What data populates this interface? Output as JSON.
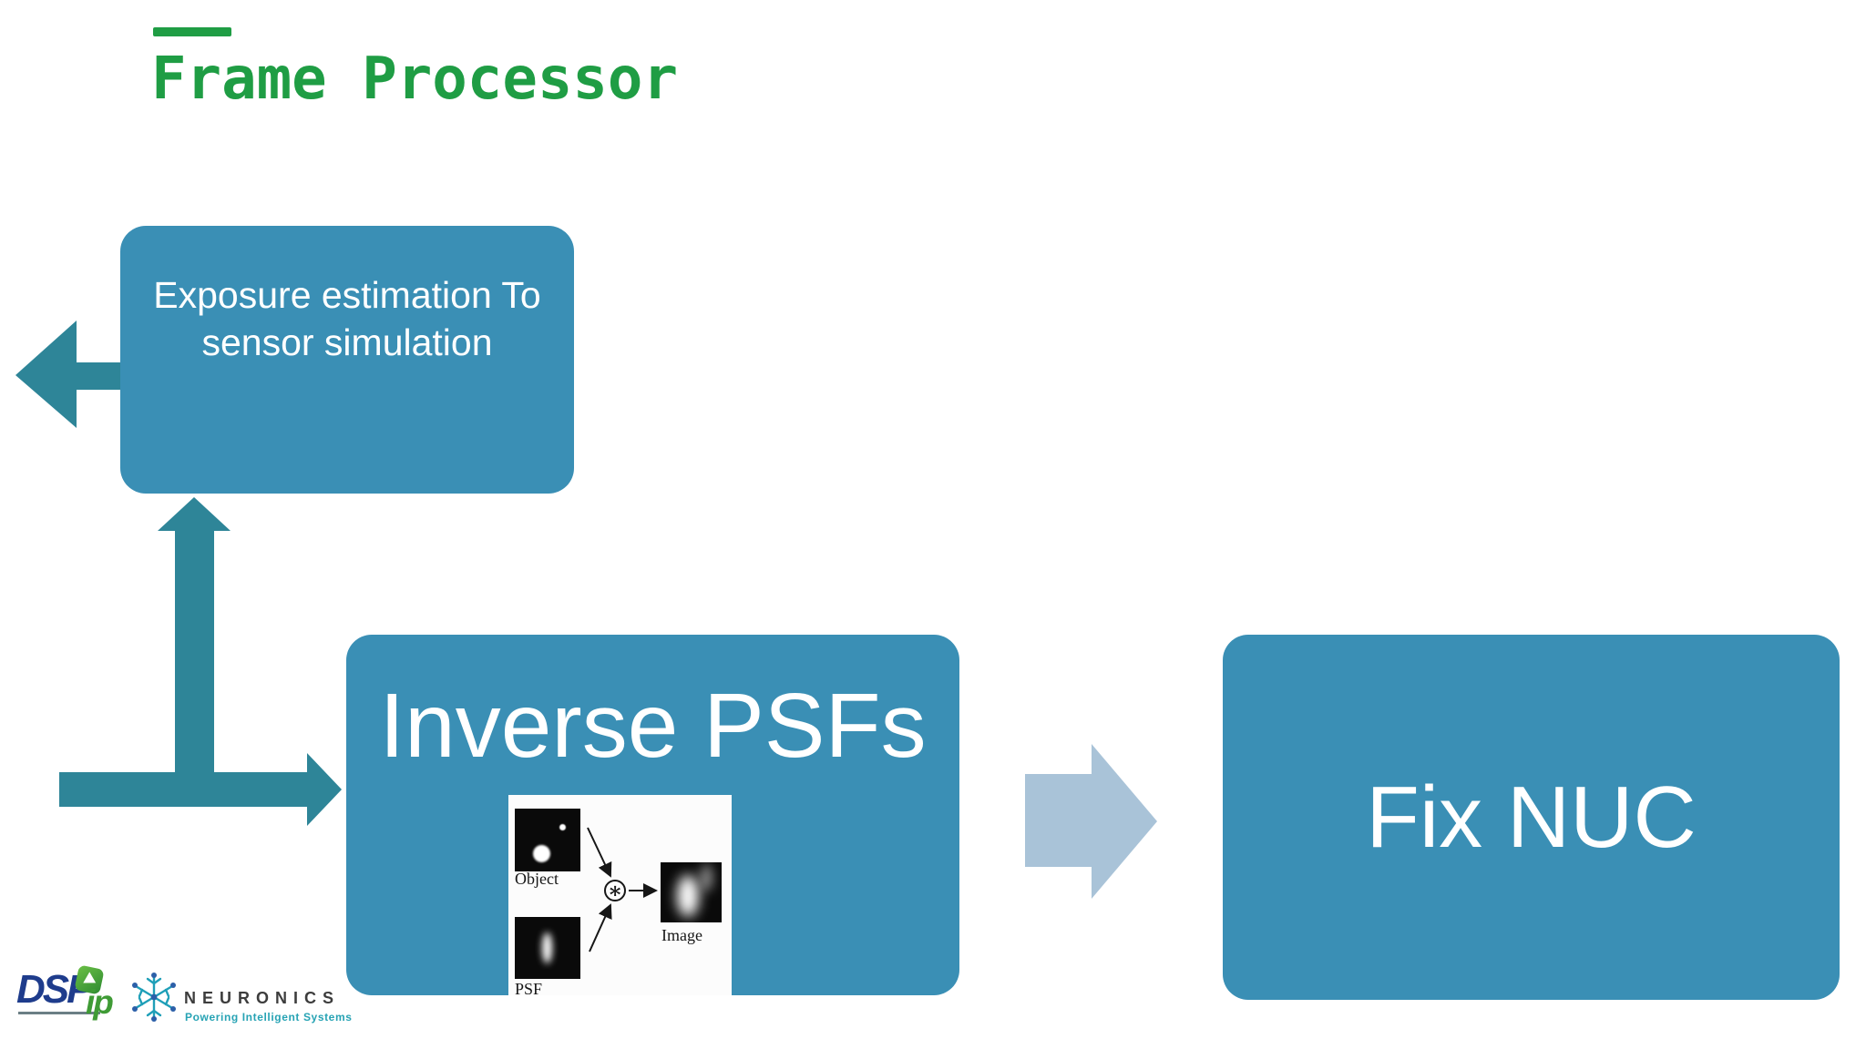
{
  "title": {
    "text": "Frame Processor",
    "color": "#1f9d44"
  },
  "colors": {
    "box_fill": "#3a8fb5",
    "arrow_teal": "#2e8598",
    "arrow_light": "#a9c3d8",
    "title_green": "#1f9d44",
    "dsp_navy": "#1e3c8c",
    "dsp_green": "#3f9b35",
    "neuronics_teal": "#27a3b4"
  },
  "boxes": {
    "exposure": {
      "line1": "Exposure estimation To",
      "line2": "sensor simulation"
    },
    "inverse": {
      "label": "Inverse PSFs"
    },
    "fixnuc": {
      "label": "Fix NUC"
    }
  },
  "diagram": {
    "arrows": [
      {
        "name": "exit-left-arrow",
        "direction": "left",
        "from": "exposure-box"
      },
      {
        "name": "up-branch-arrow",
        "direction": "up",
        "to": "exposure-box"
      },
      {
        "name": "input-arrow",
        "direction": "right",
        "to": "inverse-psfs-box"
      },
      {
        "name": "flow-arrow",
        "direction": "right",
        "from": "inverse-psfs-box",
        "to": "fix-nuc-box"
      }
    ]
  },
  "figure": {
    "object_label": "Object",
    "psf_label": "PSF",
    "image_label": "Image",
    "operator": "∗"
  },
  "logos": {
    "dspip": {
      "dsp": "DSP",
      "ip": "ip",
      "play_icon": "play-icon"
    },
    "neuronics": {
      "name": "NEURONICS",
      "tagline": "Powering Intelligent Systems",
      "snowflake_icon": "snowflake-icon"
    }
  }
}
